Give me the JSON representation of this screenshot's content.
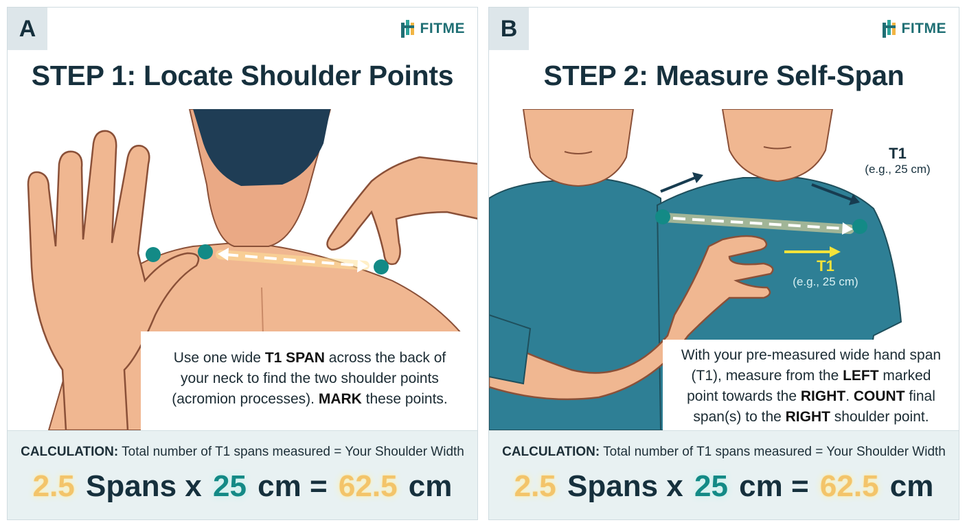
{
  "brand": {
    "name": "FITME"
  },
  "colors": {
    "accent_teal": "#138a86",
    "accent_gold": "#f3c46a",
    "title_navy": "#16303d",
    "band_bg": "#e8f1f2"
  },
  "panels": [
    {
      "letter": "A",
      "title": "STEP 1: Locate Shoulder Points",
      "caption": {
        "l1_a": "Use one wide ",
        "l1_b": "T1 SPAN",
        "l1_c": " across the back of",
        "l2": "your neck to find the two shoulder points",
        "l3_a": "(acromion processes). ",
        "l3_b": "MARK",
        "l3_c": " these points."
      },
      "calc_label": "CALCULATION:",
      "calc_text": " Total number of T1 spans measured = Your Shoulder Width",
      "formula": {
        "spans": "2.5",
        "spans_word": "Spans x",
        "span_cm": "25",
        "cm_eq": "cm =",
        "result": "62.5",
        "unit": "cm"
      }
    },
    {
      "letter": "B",
      "title": "STEP 2: Measure Self-Span",
      "caption": {
        "l1": "With your pre-measured wide hand span",
        "l2_a": "(T1), measure from the ",
        "l2_b": "LEFT",
        "l2_c": " marked",
        "l3_a": "point towards the ",
        "l3_b": "RIGHT",
        "l3_c": ". ",
        "l3_d": "COUNT",
        "l3_e": " final",
        "l4_a": "span(s) to the ",
        "l4_b": "RIGHT",
        "l4_c": " shoulder point."
      },
      "t1_top": {
        "title": "T1",
        "sub": "(e.g., 25 cm)"
      },
      "t1_mid": {
        "title": "T1",
        "sub": "(e.g., 25 cm)"
      },
      "calc_label": "CALCULATION:",
      "calc_text": " Total number of T1 spans measured = Your Shoulder Width",
      "formula": {
        "spans": "2.5",
        "spans_word": "Spans x",
        "span_cm": "25",
        "cm_eq": "cm =",
        "result": "62.5",
        "unit": "cm"
      }
    }
  ]
}
